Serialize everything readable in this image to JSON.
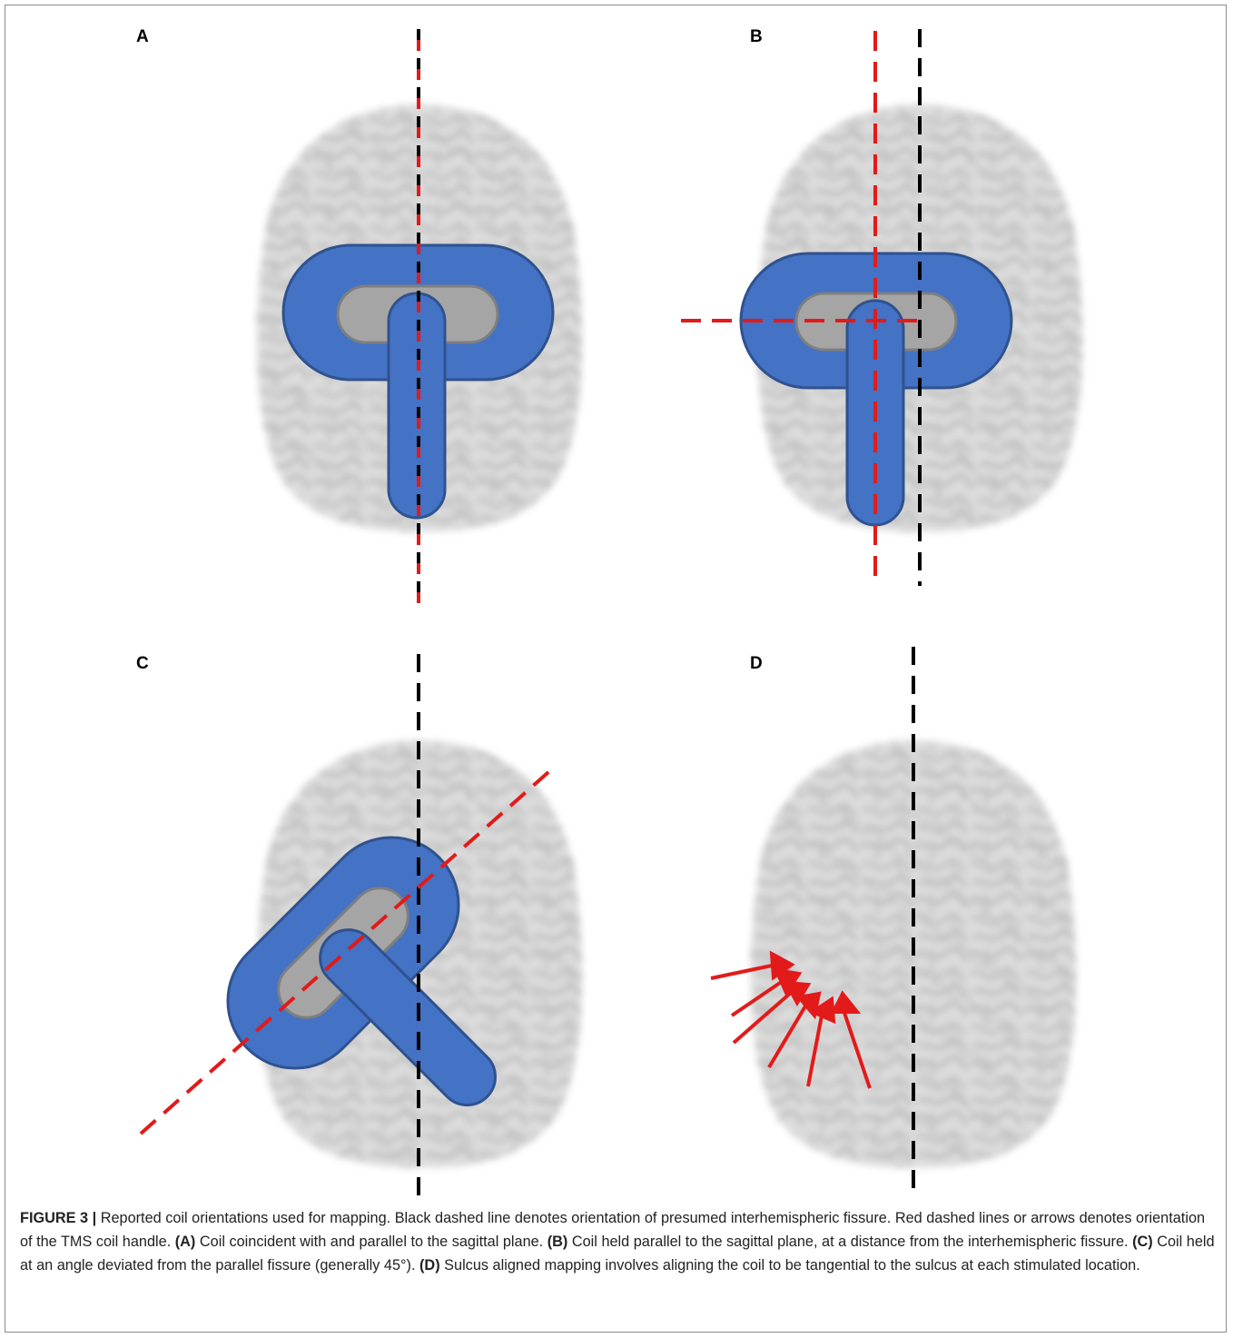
{
  "panels": [
    {
      "label": "A"
    },
    {
      "label": "B"
    },
    {
      "label": "C"
    },
    {
      "label": "D"
    }
  ],
  "colors": {
    "coil_blue": "#4472c4",
    "coil_outline": "#2f528f",
    "coil_gray": "#a5a5a5",
    "coil_gray_outline": "#7f7f7f",
    "red_dash": "#e31a1a",
    "black_dash": "#000000",
    "brain_gray": "#d9d9d9"
  },
  "caption": {
    "figure_label": "FIGURE 3 |",
    "intro": " Reported coil orientations used for mapping. Black dashed line denotes orientation of presumed interhemispheric fissure. Red dashed lines or arrows denotes orientation of the TMS coil handle. ",
    "a_label": "(A)",
    "a_text": " Coil coincident with and parallel to the sagittal plane. ",
    "b_label": "(B)",
    "b_text": " Coil held parallel to the sagittal plane, at a distance from the interhemispheric fissure. ",
    "c_label": "(C)",
    "c_text": " Coil held at an angle deviated from the parallel fissure (generally 45°). ",
    "d_label": "(D)",
    "d_text": " Sulcus aligned mapping involves aligning the coil to be tangential to the sulcus at each stimulated location."
  }
}
